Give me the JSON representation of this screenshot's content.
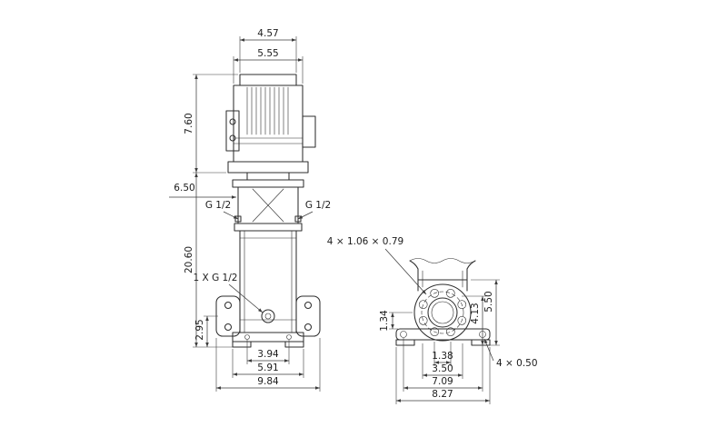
{
  "canvas": {
    "background": "#ffffff",
    "line_color": "#2e2e2e",
    "dim_color": "#3c3c3c"
  },
  "front_view": {
    "dims": {
      "motor_top_width": "4.57",
      "motor_width": "5.55",
      "motor_height": "7.60",
      "head_offset": "6.50",
      "port_left": "G 1/2",
      "port_right": "G 1/2",
      "pump_height": "20.60",
      "drain_plug": "1 X G 1/2",
      "port_center_height": "2.95",
      "base_hole_spacing": "3.94",
      "base_width": "5.91",
      "overall_width": "9.84"
    }
  },
  "end_view": {
    "dims": {
      "flange_slots": "4 × 1.06 × 0.79",
      "base_to_center": "1.34",
      "flange_height": "4.13",
      "overall_height": "5.50",
      "hole_offset": "1.38",
      "bolt_spacing": "3.50",
      "foot_hole_spacing": "7.09",
      "base_length": "8.27",
      "foot_holes": "4 × 0.50"
    }
  }
}
